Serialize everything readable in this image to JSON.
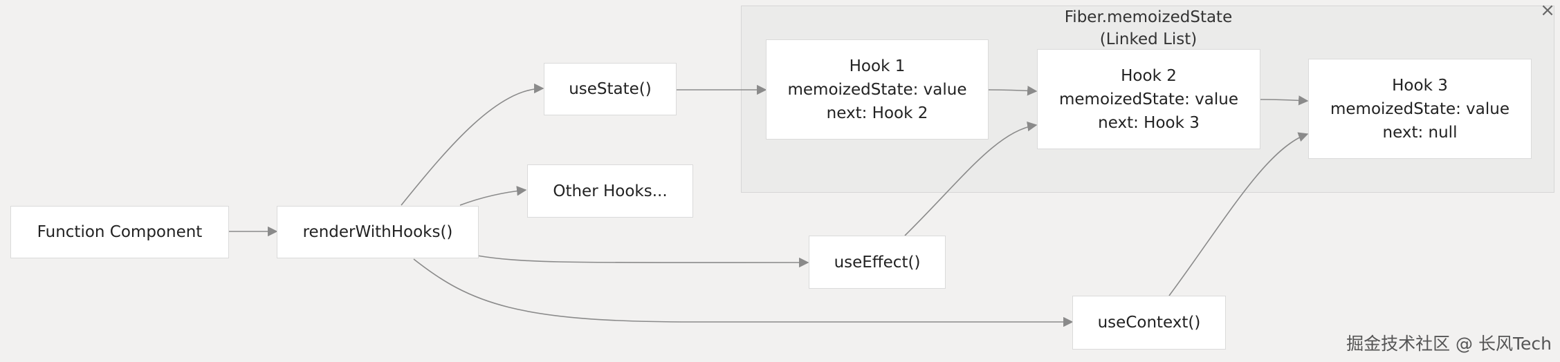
{
  "cluster": {
    "title_line1": "Fiber.memoizedState",
    "title_line2": "(Linked List)",
    "close_glyph": "×"
  },
  "nodes": {
    "function_component": "Function Component",
    "render_with_hooks": "renderWithHooks()",
    "use_state": "useState()",
    "other_hooks": "Other Hooks...",
    "use_effect": "useEffect()",
    "use_context": "useContext()",
    "hook1": {
      "title": "Hook 1",
      "state": "memoizedState: value",
      "next": "next: Hook 2"
    },
    "hook2": {
      "title": "Hook 2",
      "state": "memoizedState: value",
      "next": "next: Hook 3"
    },
    "hook3": {
      "title": "Hook 3",
      "state": "memoizedState: value",
      "next": "next: null"
    }
  },
  "edges": [
    {
      "from": "Function Component",
      "to": "renderWithHooks()"
    },
    {
      "from": "renderWithHooks()",
      "to": "useState()"
    },
    {
      "from": "renderWithHooks()",
      "to": "Other Hooks..."
    },
    {
      "from": "renderWithHooks()",
      "to": "useEffect()"
    },
    {
      "from": "renderWithHooks()",
      "to": "useContext()"
    },
    {
      "from": "useState()",
      "to": "Hook 1"
    },
    {
      "from": "Hook 1",
      "to": "Hook 2"
    },
    {
      "from": "Hook 2",
      "to": "Hook 3"
    },
    {
      "from": "useEffect()",
      "to": "Hook 2"
    },
    {
      "from": "useContext()",
      "to": "Hook 3"
    }
  ],
  "watermark": "掘金技术社区 @ 长风Tech",
  "colors": {
    "background": "#f2f1f0",
    "node_fill": "#ffffff",
    "edge": "#8a8a8a",
    "cluster_fill": "#ebebea"
  }
}
